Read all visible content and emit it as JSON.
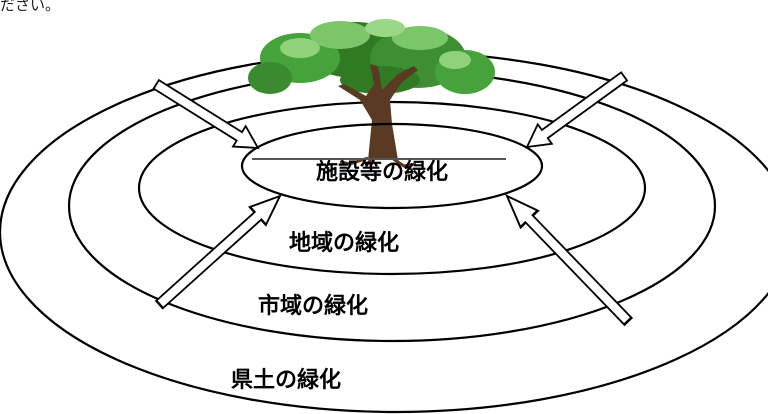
{
  "top_text_fragment": "ださい。",
  "rings": [
    {
      "name": "facility",
      "label": "施設等の緑化"
    },
    {
      "name": "region",
      "label": "地域の緑化"
    },
    {
      "name": "city",
      "label": "市域の緑化"
    },
    {
      "name": "prefecture",
      "label": "県土の緑化"
    }
  ],
  "colors": {
    "line": "#000000",
    "background": "#ffffff",
    "leaf_dark": "#2f7a22",
    "leaf_mid": "#46a23a",
    "leaf_light": "#7cc66a",
    "trunk": "#5a3a22",
    "ground_line": "#555555"
  },
  "icons": {
    "tree": "tree-icon",
    "arrow": "arrow-icon"
  }
}
